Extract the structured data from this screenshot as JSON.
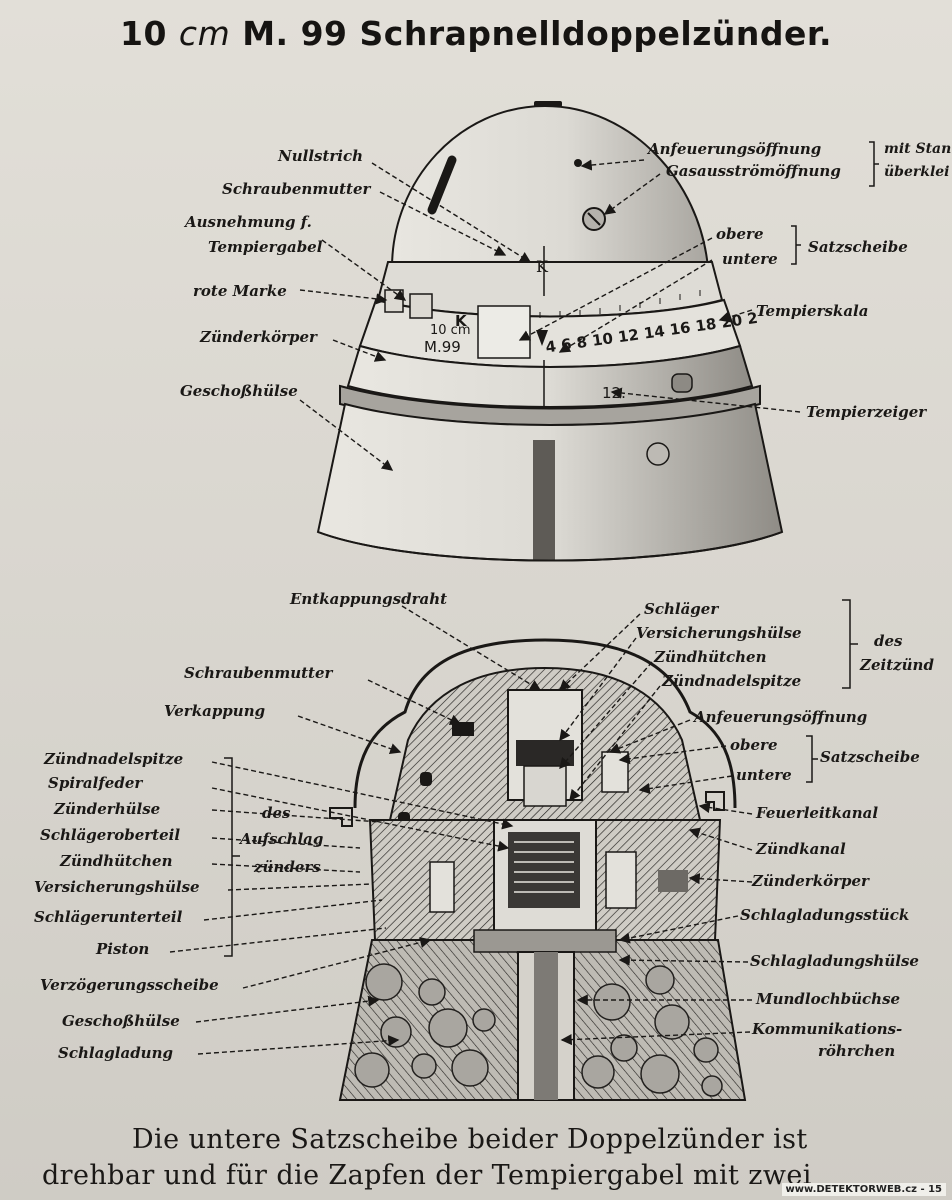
{
  "title": {
    "size": "10",
    "unit": "cm",
    "rest": "M. 99 Schrapnelldoppelzünder."
  },
  "top_labels": {
    "nullstrich": "Nullstrich",
    "schraubenmutter": "Schraubenmutter",
    "ausnehmung_1": "Ausnehmung f.",
    "ausnehmung_2": "Tempiergabel",
    "rote_marke": "rote Marke",
    "zuenderkoerper": "Zünderkörper",
    "geschosshuelse": "Geschoßhülse",
    "anfeuerung": "Anfeuerungsöffnung",
    "gasausstroem": "Gasausströmöffnung",
    "mit_stan": "mit Stan",
    "ueberklei": "überklei",
    "obere": "obere",
    "untere": "untere",
    "satzscheibe": "Satzscheibe",
    "tempierskala": "Tempierskala",
    "tempierzeiger": "Tempierzeiger"
  },
  "fuze_marks": {
    "k": "K",
    "calibre": "10 cm",
    "model": "M.99",
    "scale": "4 6 8 10 12 14 16 18 20 2",
    "pointer": "12."
  },
  "bottom_labels": {
    "entkappungsdraht": "Entkappungsdraht",
    "schraubenmutter": "Schraubenmutter",
    "verkappung": "Verkappung",
    "schlaeger": "Schläger",
    "versicherungshuelse": "Versicherungshülse",
    "zuendhuetchen": "Zündhütchen",
    "zuendnadelspitze": "Zündnadelspitze",
    "des": "des",
    "zeitzuender": "Zeitzünd",
    "anfeuerung": "Anfeuerungsöffnung",
    "obere": "obere",
    "untere": "untere",
    "satzscheibe": "Satzscheibe",
    "feuerleitkanal": "Feuerleitkanal",
    "zuendkanal": "Zündkanal",
    "zuenderkoerper": "Zünderkörper",
    "schlagladungsstueck": "Schlagladungsstück",
    "schlagladungshuelse": "Schlagladungshülse",
    "mundlochbuechse": "Mundlochbüchse",
    "kommunikations_1": "Kommunikations-",
    "kommunikations_2": "röhrchen",
    "l_zuendnadelspitze": "Zündnadelspitze",
    "l_spiralfeder": "Spiralfeder",
    "l_zuenderhuelse": "Zünderhülse",
    "l_schlaegeroberteil": "Schlägeroberteil",
    "l_zuendhuetchen": "Zündhütchen",
    "l_versicherungshuelse": "Versicherungshülse",
    "l_schlaegerunterteil": "Schlägerunterteil",
    "l_piston": "Piston",
    "l_des": "des",
    "l_aufschlag": "Aufschlag",
    "l_zuenders": "zünders",
    "l_verzoegerung": "Verzögerungsscheibe",
    "l_geschosshuelse": "Geschoßhülse",
    "l_schlagladung": "Schlagladung"
  },
  "body_text": {
    "line1": "Die   untere   Satzscheibe   beider   Doppelzünder   ist",
    "line2": "drehbar und  für  die Zapfen  der Tempiergabel  mit zwei"
  },
  "watermark": "www.DETEKTORWEB.cz - 15",
  "colors": {
    "paper": "#dcd9d2",
    "ink": "#1a1816",
    "shade": "#8f8c86"
  }
}
